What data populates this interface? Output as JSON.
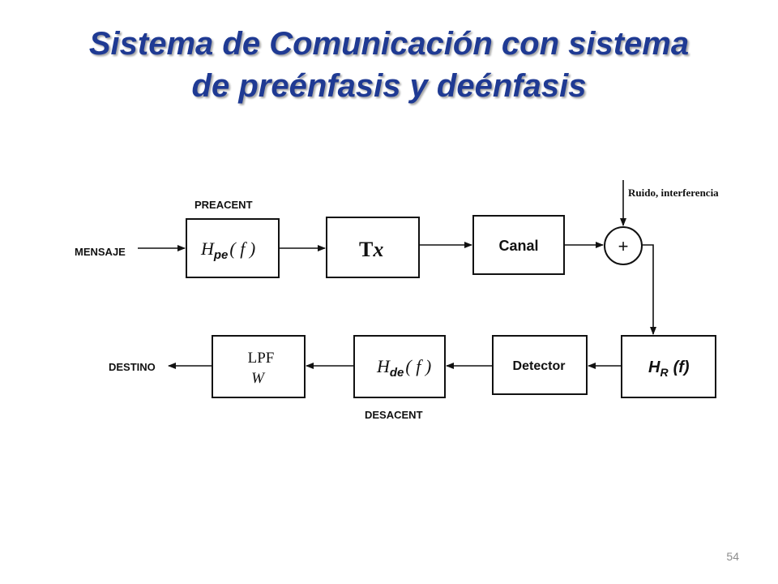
{
  "slide": {
    "title_line1": "Sistema de Comunicación con sistema",
    "title_line2": "de preénfasis y deénfasis",
    "page_number": "54",
    "title_color": "#1f3a93"
  },
  "diagram": {
    "labels": {
      "preacent": "PREACENT",
      "mensaje": "MENSAJE",
      "ruido": "Ruido, interferencia",
      "destino": "DESTINO",
      "desacent": "DESACENT"
    },
    "blocks": {
      "hpe_H": "H",
      "hpe_sub": "pe",
      "hpe_arg": "( f )",
      "tx": "T",
      "tx_sub": "x",
      "canal": "Canal",
      "sum": "+",
      "hr_H": "H",
      "hr_sub": "R",
      "hr_arg": "(f)",
      "detector": "Detector",
      "hde_H": "H",
      "hde_sub": "de",
      "hde_arg": "( f )",
      "lpf": "LPF",
      "lpf_w": "W"
    }
  }
}
